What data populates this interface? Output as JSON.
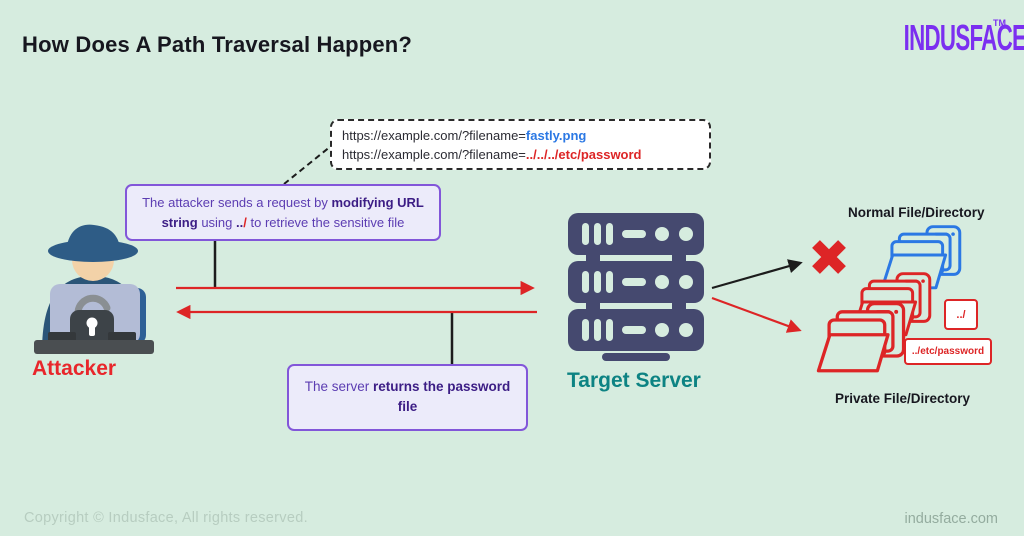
{
  "header": {
    "title": "How Does A Path Traversal Happen?",
    "logo_text": "INDUSFACE",
    "logo_tm": "TM"
  },
  "url_box": {
    "line1_prefix": "https://example.com/?filename=",
    "line1_file": "fastly.png",
    "line2_prefix": "https://example.com/?filename=",
    "line2_file": "../../../etc/password"
  },
  "callout_request": {
    "part1": "The attacker sends a request by ",
    "bold1": "modifying URL string",
    "part2": " using ",
    "dots": "..",
    "slash": "/",
    "part3": " to retrieve the sensitive file"
  },
  "callout_response": {
    "part1": "The server ",
    "bold1": "returns the password file"
  },
  "actors": {
    "attacker_label": "Attacker",
    "server_label": "Target Server"
  },
  "right_panel": {
    "normal_label": "Normal File/Directory",
    "private_label": "Private  File/Directory",
    "updir_box": "../",
    "path_box": "../etc/password"
  },
  "footer": {
    "copyright": "Copyright © Indusface, All rights reserved.",
    "site": "indusface.com"
  },
  "colors": {
    "background": "#d6ecdf",
    "brand_purple": "#7b2ff0",
    "callout_border": "#8256d9",
    "callout_bg": "#ecebfa",
    "callout_text": "#5c3db2",
    "danger_red": "#dd2526",
    "link_blue": "#2b78e4",
    "server_teal": "#0d8383",
    "server_navy": "#45496f",
    "title_dark": "#17171f"
  }
}
